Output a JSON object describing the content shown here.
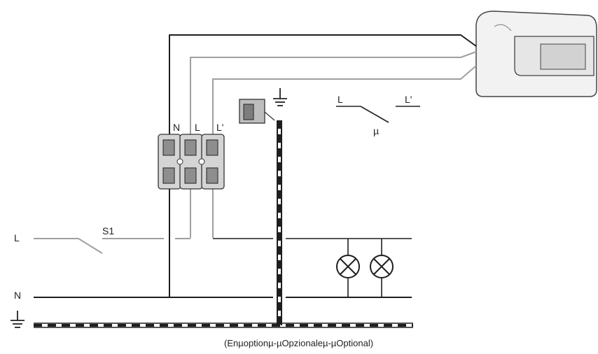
{
  "terminals": {
    "n": "N",
    "l": "L",
    "l_prime": "L'"
  },
  "switch_symbol": {
    "l": "L",
    "l_prime": "L'",
    "mu": "µ"
  },
  "rails": {
    "l": "L",
    "n": "N"
  },
  "switch_s1": "S1",
  "footer_note": "(Enµoptionµ-µOpzionaleµ-µOptional)",
  "colors": {
    "line": "#1e1e1e",
    "light_line": "#a9a9a9",
    "sensor_body": "#f0f0f0",
    "lens": "#d0d0d0"
  }
}
